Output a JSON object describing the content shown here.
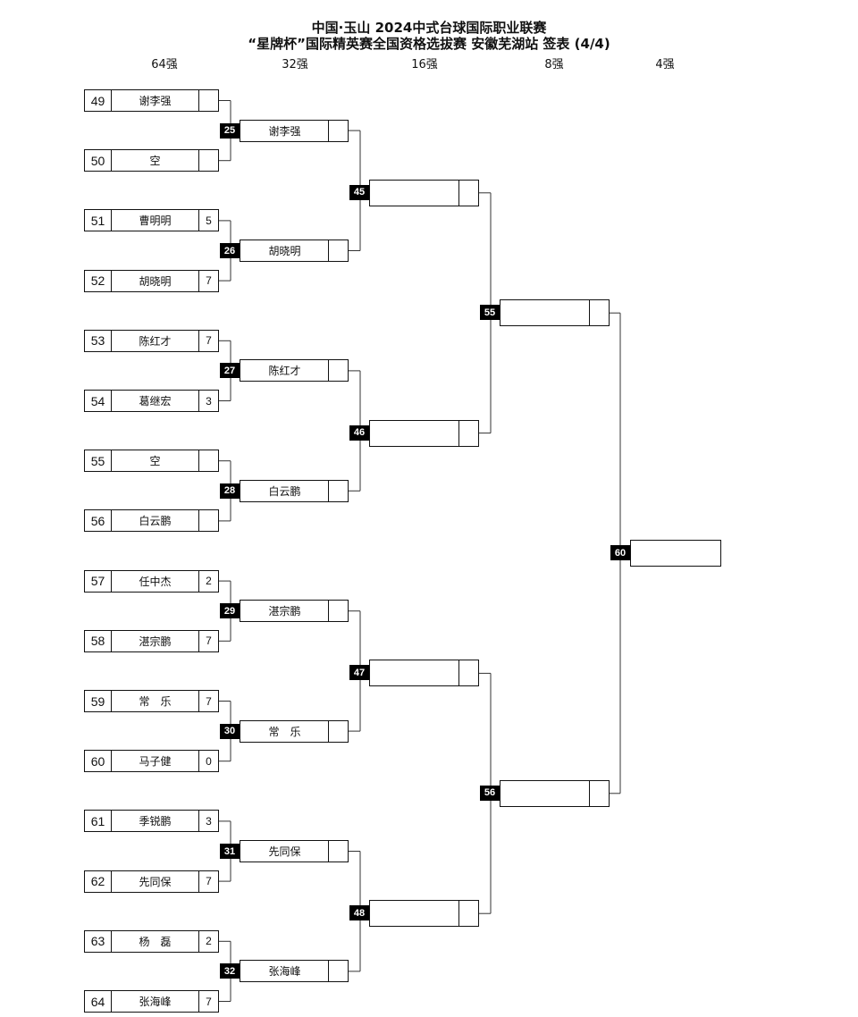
{
  "header": {
    "title_line1": "中国·玉山 2024中式台球国际职业联赛",
    "title_line2": "“星牌杯”国际精英赛全国资格选拔赛 安徽芜湖站 签表 (4/4)"
  },
  "rounds": [
    "64强",
    "32强",
    "16强",
    "8强",
    "4强"
  ],
  "r64": [
    {
      "seed": "49",
      "name": "谢李强",
      "score": ""
    },
    {
      "seed": "50",
      "name": "空",
      "score": ""
    },
    {
      "seed": "51",
      "name": "曹明明",
      "score": "5"
    },
    {
      "seed": "52",
      "name": "胡晓明",
      "score": "7"
    },
    {
      "seed": "53",
      "name": "陈红才",
      "score": "7"
    },
    {
      "seed": "54",
      "name": "葛继宏",
      "score": "3"
    },
    {
      "seed": "55",
      "name": "空",
      "score": ""
    },
    {
      "seed": "56",
      "name": "白云鹏",
      "score": ""
    },
    {
      "seed": "57",
      "name": "任中杰",
      "score": "2"
    },
    {
      "seed": "58",
      "name": "湛宗鹏",
      "score": "7"
    },
    {
      "seed": "59",
      "name": "常　乐",
      "score": "7"
    },
    {
      "seed": "60",
      "name": "马子健",
      "score": "0"
    },
    {
      "seed": "61",
      "name": "季锐鹏",
      "score": "3"
    },
    {
      "seed": "62",
      "name": "先同保",
      "score": "7"
    },
    {
      "seed": "63",
      "name": "杨　磊",
      "score": "2"
    },
    {
      "seed": "64",
      "name": "张海峰",
      "score": "7"
    }
  ],
  "r32": [
    {
      "match": "25",
      "name": "谢李强",
      "score": ""
    },
    {
      "match": "26",
      "name": "胡晓明",
      "score": ""
    },
    {
      "match": "27",
      "name": "陈红才",
      "score": ""
    },
    {
      "match": "28",
      "name": "白云鹏",
      "score": ""
    },
    {
      "match": "29",
      "name": "湛宗鹏",
      "score": ""
    },
    {
      "match": "30",
      "name": "常　乐",
      "score": ""
    },
    {
      "match": "31",
      "name": "先同保",
      "score": ""
    },
    {
      "match": "32",
      "name": "张海峰",
      "score": ""
    }
  ],
  "r16": [
    {
      "match": "45",
      "name": "",
      "score": ""
    },
    {
      "match": "46",
      "name": "",
      "score": ""
    },
    {
      "match": "47",
      "name": "",
      "score": ""
    },
    {
      "match": "48",
      "name": "",
      "score": ""
    }
  ],
  "r8": [
    {
      "match": "55",
      "name": "",
      "score": ""
    },
    {
      "match": "56",
      "name": "",
      "score": ""
    }
  ],
  "r4": [
    {
      "match": "60",
      "name": ""
    }
  ]
}
